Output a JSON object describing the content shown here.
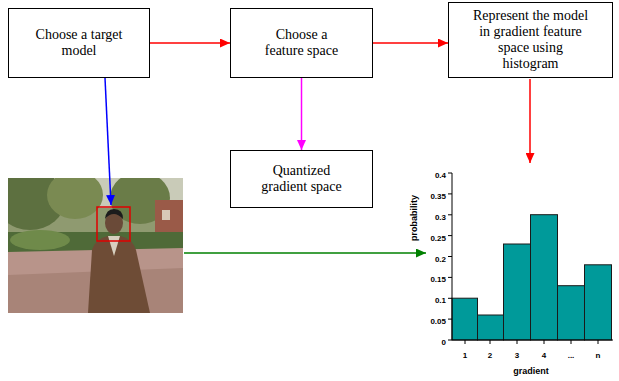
{
  "diagram": {
    "nodes": [
      {
        "text": [
          "Choose a target model"
        ]
      },
      {
        "text": [
          "Choose a feature space"
        ]
      },
      {
        "text": [
          "Represent the model in gradient feature space using histogram"
        ]
      },
      {
        "text": [
          "Quantized gradient space"
        ]
      }
    ],
    "edges": [
      {
        "from": 0,
        "to": 1,
        "arrow": "to"
      },
      {
        "from": 1,
        "to": 2,
        "arrow": "to"
      },
      {
        "from": 1,
        "to": 3,
        "arrow": "to"
      }
    ],
    "labels": [
      "0.4",
      "0.35",
      "0.3",
      "0.25",
      "0.2",
      "0.15",
      "0.1",
      "0.05",
      "0",
      "probability",
      "1",
      "2",
      "3",
      "4",
      "...",
      "n",
      "gradient"
    ]
  }
}
